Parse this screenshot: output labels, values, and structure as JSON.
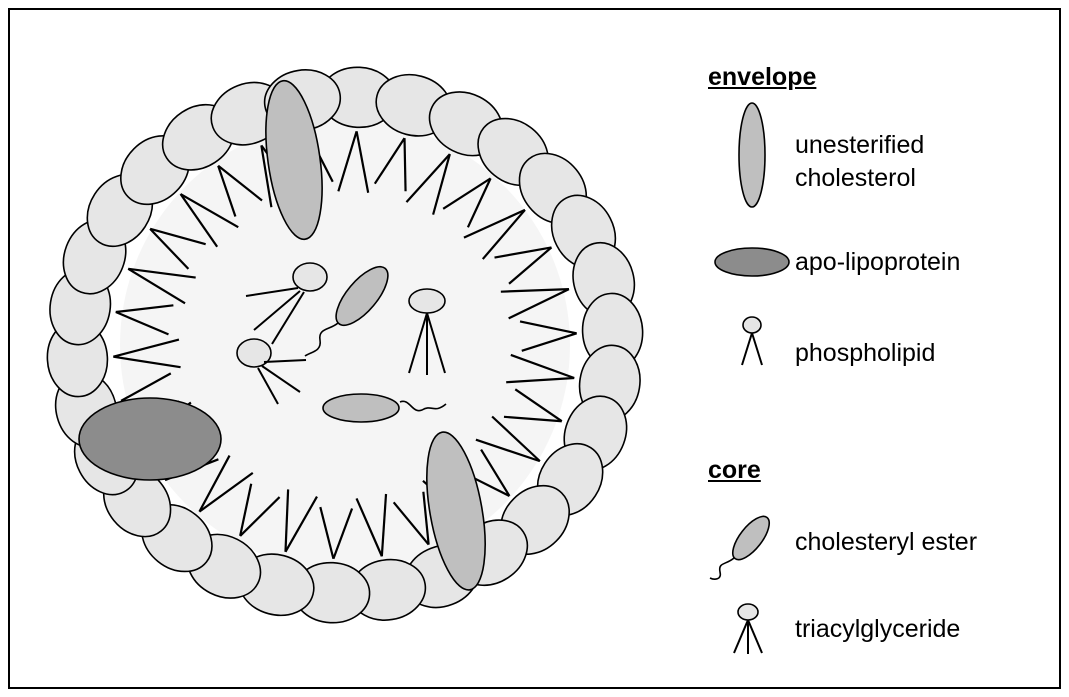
{
  "legend": {
    "envelope_heading": "envelope",
    "core_heading": "core",
    "unesterified_line1": "unesterified",
    "unesterified_line2": "cholesterol",
    "apo_lipoprotein": "apo-lipoprotein",
    "phospholipid": "phospholipid",
    "cholesteryl_ester": "cholesteryl ester",
    "triacylglyceride": "triacylglyceride"
  },
  "colors": {
    "phospholipid_fill": "#e6e6e6",
    "cholesterol_fill": "#bfbfbf",
    "apo_fill": "#8c8c8c",
    "core_fill": "#f5f5f5",
    "stroke": "#000000"
  }
}
